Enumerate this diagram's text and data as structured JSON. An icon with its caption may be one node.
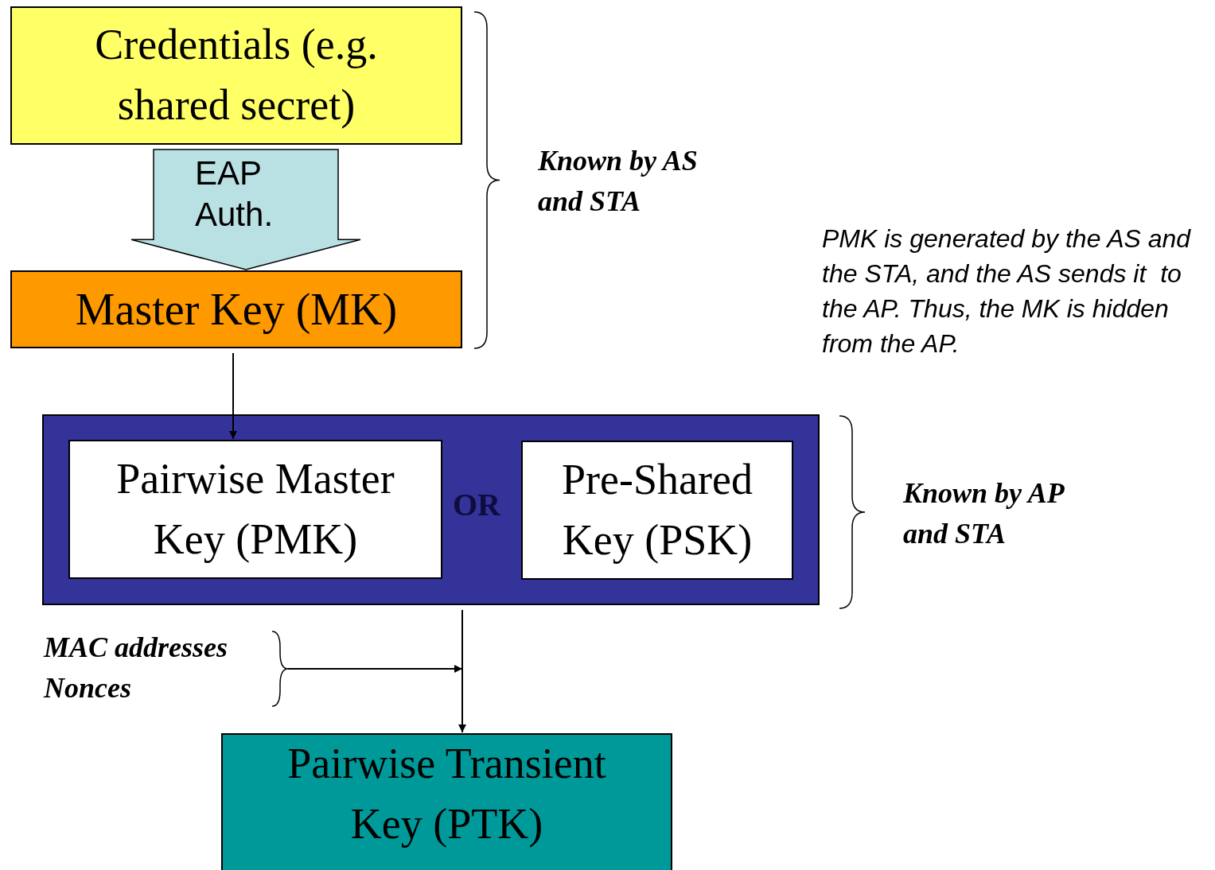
{
  "diagram": {
    "nodes": [
      {
        "text": [
          "Credentials (e.g. shared secret)"
        ]
      },
      {
        "text": [
          "Master Key (MK)"
        ]
      },
      {
        "text": [
          "OR"
        ]
      },
      {
        "text": [
          "Pairwise Master Key (PMK)"
        ],
        "in": 2
      },
      {
        "text": [
          "Pre-Shared Key (PSK)"
        ],
        "in": 2
      },
      {
        "text": [
          "MAC addresses Nonces"
        ]
      },
      {
        "text": [
          "Pairwise Transient Key (PTK)"
        ]
      }
    ],
    "edges": [
      {
        "from": 0,
        "to": 1,
        "arrow": "to",
        "label": "EAP Auth.",
        "style": "thick"
      },
      {
        "from": 1,
        "to": 3,
        "arrow": "to"
      },
      {
        "from": 2,
        "to": 6,
        "arrow": "to"
      },
      {
        "from": 5,
        "to": null,
        "arrow": "to"
      }
    ],
    "labels": [
      "Known by AS and STA",
      "PMK is generated by the AS and the STA, and the AS sends it  to the AP. Thus, the MK is hidden from the AP.",
      "Known by AP and STA"
    ]
  }
}
